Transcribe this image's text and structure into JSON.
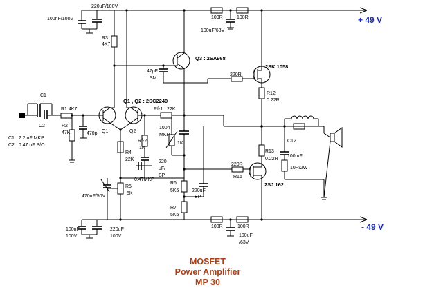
{
  "title": {
    "line1": "MOSFET",
    "line2": "Power Amplifier",
    "line3": "MP 30"
  },
  "rails": {
    "positive": "+ 49 V",
    "negative": "- 49 V"
  },
  "colors": {
    "title": "#a8421b",
    "rails": "#1d2db0",
    "wire": "#000000"
  },
  "labels": {
    "c_top_left": "100nF/100V",
    "c_top_elko": "220uF/100V",
    "r3": "R3",
    "r3_val": "4K7",
    "q3": "Q3 : 2SA968",
    "c_sm_val": "47pF",
    "c_sm_type": "SM",
    "r_top_100r_a": "100R",
    "r_top_100r_b": "100R",
    "c_top_right": "100uF/63V",
    "r_gate_top": "220R",
    "q_top": "2SK 1058",
    "r12": "R12",
    "r12_val": "0.22R",
    "c1": "C1",
    "c2": "C2",
    "r1": "R1 4K7",
    "r2": "R2",
    "r2_val": "47K",
    "c_470p": "470p",
    "q12": "Q1 , Q2 : 2SC2240",
    "q1": "Q1",
    "q2": "Q2",
    "rf1": "Rf-1 : 22K",
    "c_100n": "100n",
    "c_mkp": "MKP",
    "pot_1k": "1K",
    "c1_note": "C1 : 2.2 uF MKP",
    "c2_note": "C2 : 0.47 uF P/O",
    "rf2": "Rf-2",
    "rf2_val": "1K",
    "r4": "R4",
    "r4_val": "22K",
    "c_220_val": "220",
    "c_220_unit": "uF/",
    "c_220_bp": "BP",
    "c_047": "0.47MKP",
    "r13": "R13",
    "r13_val": "0.22R",
    "c12": "C12",
    "c12_val": "100 nF",
    "r_zobel": "10R/2W",
    "r_gate_bot": "220R",
    "r15": "R15",
    "q_bot": "2SJ 162",
    "r5": "R5",
    "r5_val": "5K",
    "c_470u": "470uF/50V",
    "r6": "R6",
    "r6_val": "5K6",
    "c_220bp_a": "220uF",
    "c_220bp_b": "BP",
    "r7": "R7",
    "r7_val": "5K6",
    "c_bot_left": "100nF",
    "c_bot_left_v": "100V",
    "c_bot_elko": "220uF",
    "c_bot_elko_v": "100V",
    "r_bot_100r_a": "100R",
    "r_bot_100r_b": "100R",
    "c_bot_right": "100uF",
    "c_bot_right_v": "/63V"
  }
}
